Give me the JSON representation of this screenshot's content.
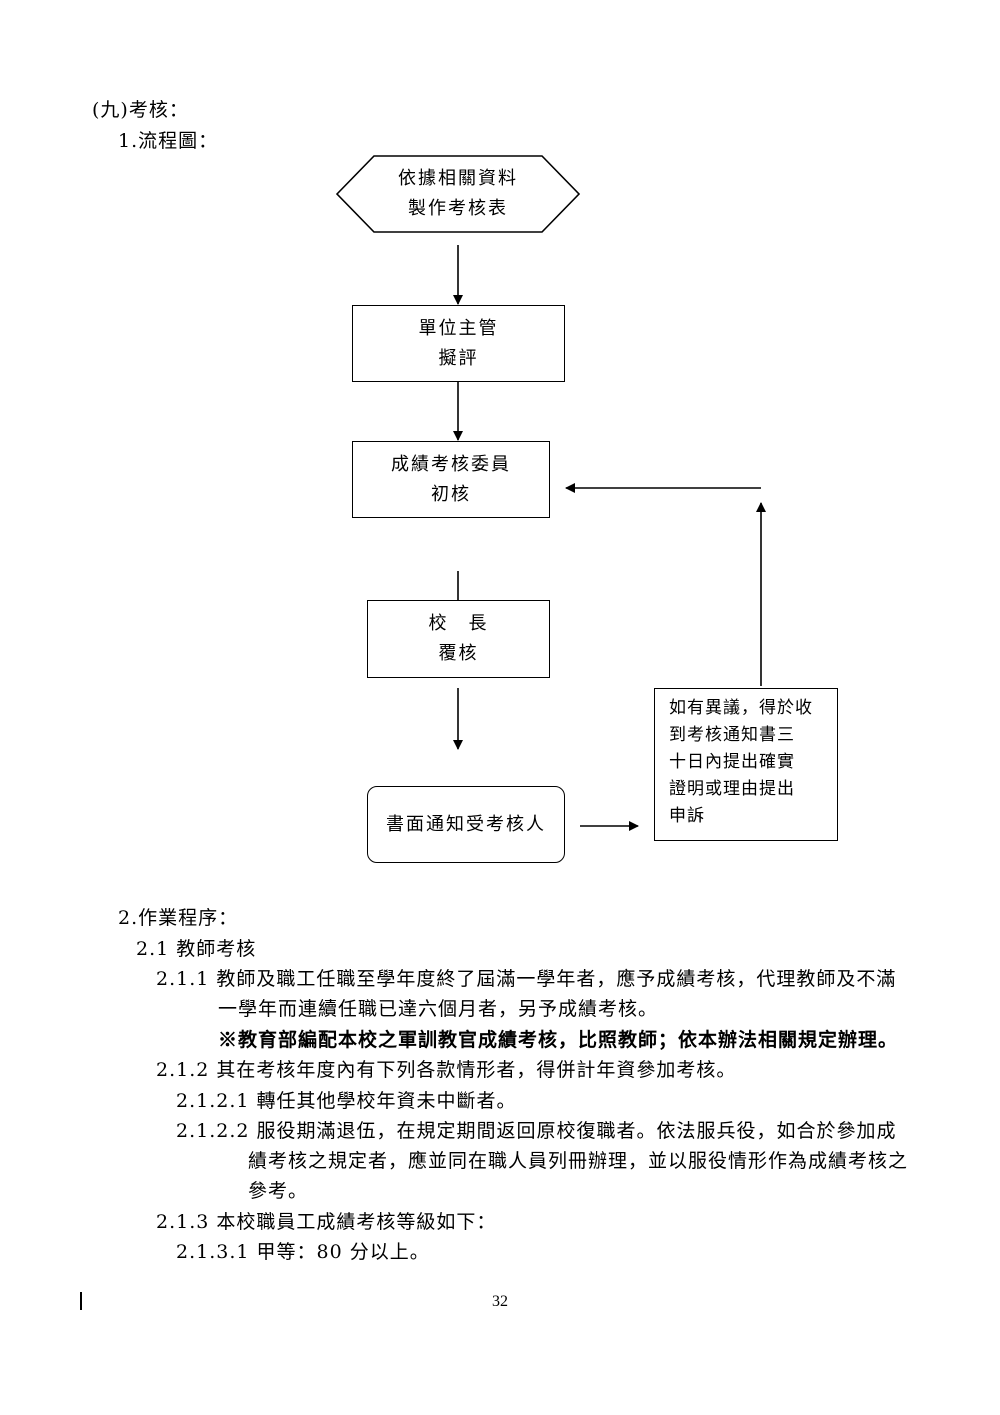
{
  "section_title": "(九)考核：",
  "flow_heading": "1.流程圖：",
  "flowchart": {
    "start": {
      "line1": "依據相關資料",
      "line2": "製作考核表"
    },
    "supervisor": {
      "line1": "單位主管",
      "line2": "擬評"
    },
    "committee": {
      "line1": "成績考核委員",
      "line2": "初核"
    },
    "principal": {
      "line1": "校　長",
      "line2": "覆核"
    },
    "notice": {
      "line1": "書面通知受考核人"
    },
    "appeal": {
      "lines": [
        "如有異議，得於收",
        "到考核通知書三",
        "十日內提出確實",
        "證明或理由提出",
        "申訴"
      ]
    }
  },
  "procedure": {
    "heading": "2.作業程序：",
    "s2_1": "2.1 教師考核",
    "s2_1_1_line1": "2.1.1 教師及職工任職至學年度終了屆滿一學年者，應予成績考核，代理教師及不滿",
    "s2_1_1_line2": "一學年而連續任職已達六個月者，另予成績考核。",
    "note": "※教育部編配本校之軍訓教官成績考核，比照教師；依本辦法相關規定辦理。",
    "s2_1_2": "2.1.2 其在考核年度內有下列各款情形者，得併計年資參加考核。",
    "s2_1_2_1": "2.1.2.1 轉任其他學校年資未中斷者。",
    "s2_1_2_2_line1": "2.1.2.2 服役期滿退伍，在規定期間返回原校復職者。依法服兵役，如合於參加成",
    "s2_1_2_2_line2": "績考核之規定者，應並同在職人員列冊辦理，並以服役情形作為成績考核之",
    "s2_1_2_2_line3": "參考。",
    "s2_1_3": "2.1.3 本校職員工成績考核等級如下：",
    "s2_1_3_1": "2.1.3.1 甲等：80 分以上。"
  },
  "page_number": "32"
}
